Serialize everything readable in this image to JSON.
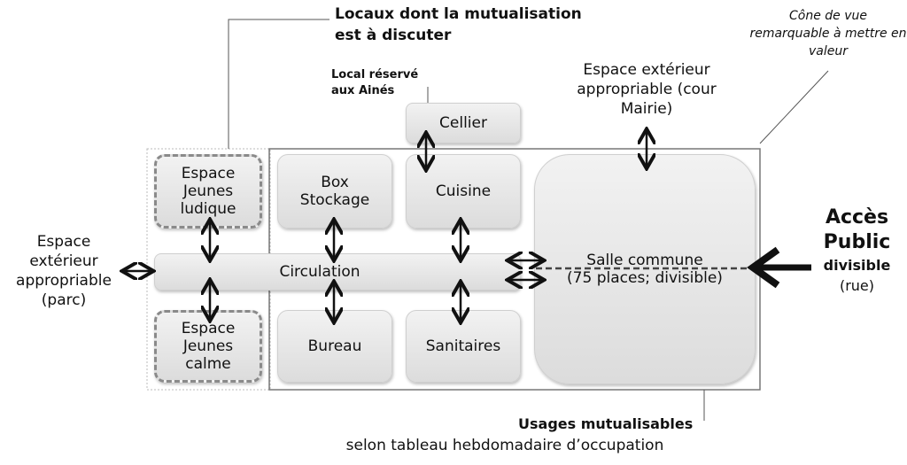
{
  "annotations": {
    "discuss": "Locaux dont la mutualisation est à discuter",
    "elders": "Local réservé aux Ainés",
    "cone": "Cône de vue remarquable à mettre en valeur",
    "outdoor_mairie": "Espace extérieur appropriable (cour Mairie)",
    "outdoor_parc": "Espace extérieur appropriable (parc)",
    "shared_title": "Usages mutualisables",
    "shared_sub": "selon tableau hebdomadaire d’occupation"
  },
  "access": {
    "line1": "Accès",
    "line2": "Public",
    "line3": "divisible",
    "line4": "(rue)"
  },
  "rooms": {
    "jeunes_ludique": "Espace Jeunes ludique",
    "jeunes_calme": "Espace Jeunes calme",
    "box": "Box Stockage",
    "cuisine": "Cuisine",
    "cellier": "Cellier",
    "circulation": "Circulation",
    "bureau": "Bureau",
    "sanitaires": "Sanitaires",
    "salle_line1": "Salle commune",
    "salle_line2": "(75 places; divisible)"
  }
}
